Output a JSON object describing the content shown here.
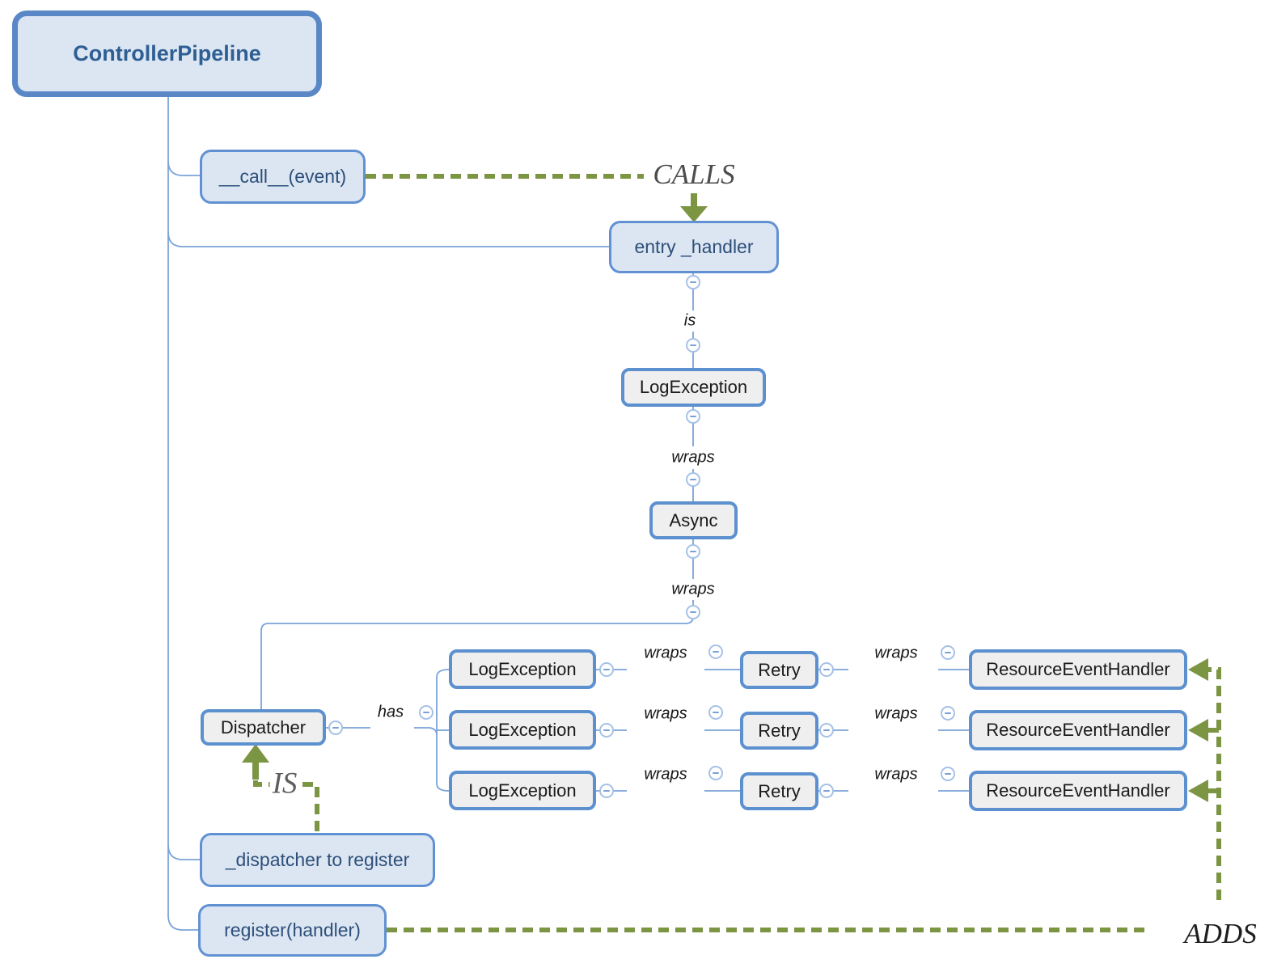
{
  "nodes": {
    "root": {
      "label": "ControllerPipeline"
    },
    "call_method": {
      "label": "__call__(event)"
    },
    "entry_handler": {
      "label": "entry _handler"
    },
    "log_exception": {
      "label": "LogException"
    },
    "async": {
      "label": "Async"
    },
    "dispatcher": {
      "label": "Dispatcher"
    },
    "dispatcher_field": {
      "label": "_dispatcher to register"
    },
    "register_method": {
      "label": "register(handler)"
    }
  },
  "edge_labels": {
    "is": "is",
    "wraps": "wraps",
    "has": "has"
  },
  "relationship_labels": {
    "calls": "CALLS",
    "is": "IS",
    "adds": "ADDS"
  },
  "handler_rows": [
    {
      "log_exception": "LogException",
      "wraps_left": "wraps",
      "retry": "Retry",
      "wraps_right": "wraps",
      "resource_event_handler": "ResourceEventHandler"
    },
    {
      "log_exception": "LogException",
      "wraps_left": "wraps",
      "retry": "Retry",
      "wraps_right": "wraps",
      "resource_event_handler": "ResourceEventHandler"
    },
    {
      "log_exception": "LogException",
      "wraps_left": "wraps",
      "retry": "Retry",
      "wraps_right": "wraps",
      "resource_event_handler": "ResourceEventHandler"
    }
  ],
  "icons": {
    "collapse": "minus-circle"
  },
  "colors": {
    "node_border_strong": "#5c90cf",
    "node_border_light": "#6191d3",
    "node_fill_blue": "#dce6f3",
    "node_fill_gray": "#f0efef",
    "connector_blue": "#7ba3d8",
    "relationship_green": "#7c9543",
    "text_navy": "#2d4f79",
    "calls_label_gray": "#4d4d4d"
  }
}
